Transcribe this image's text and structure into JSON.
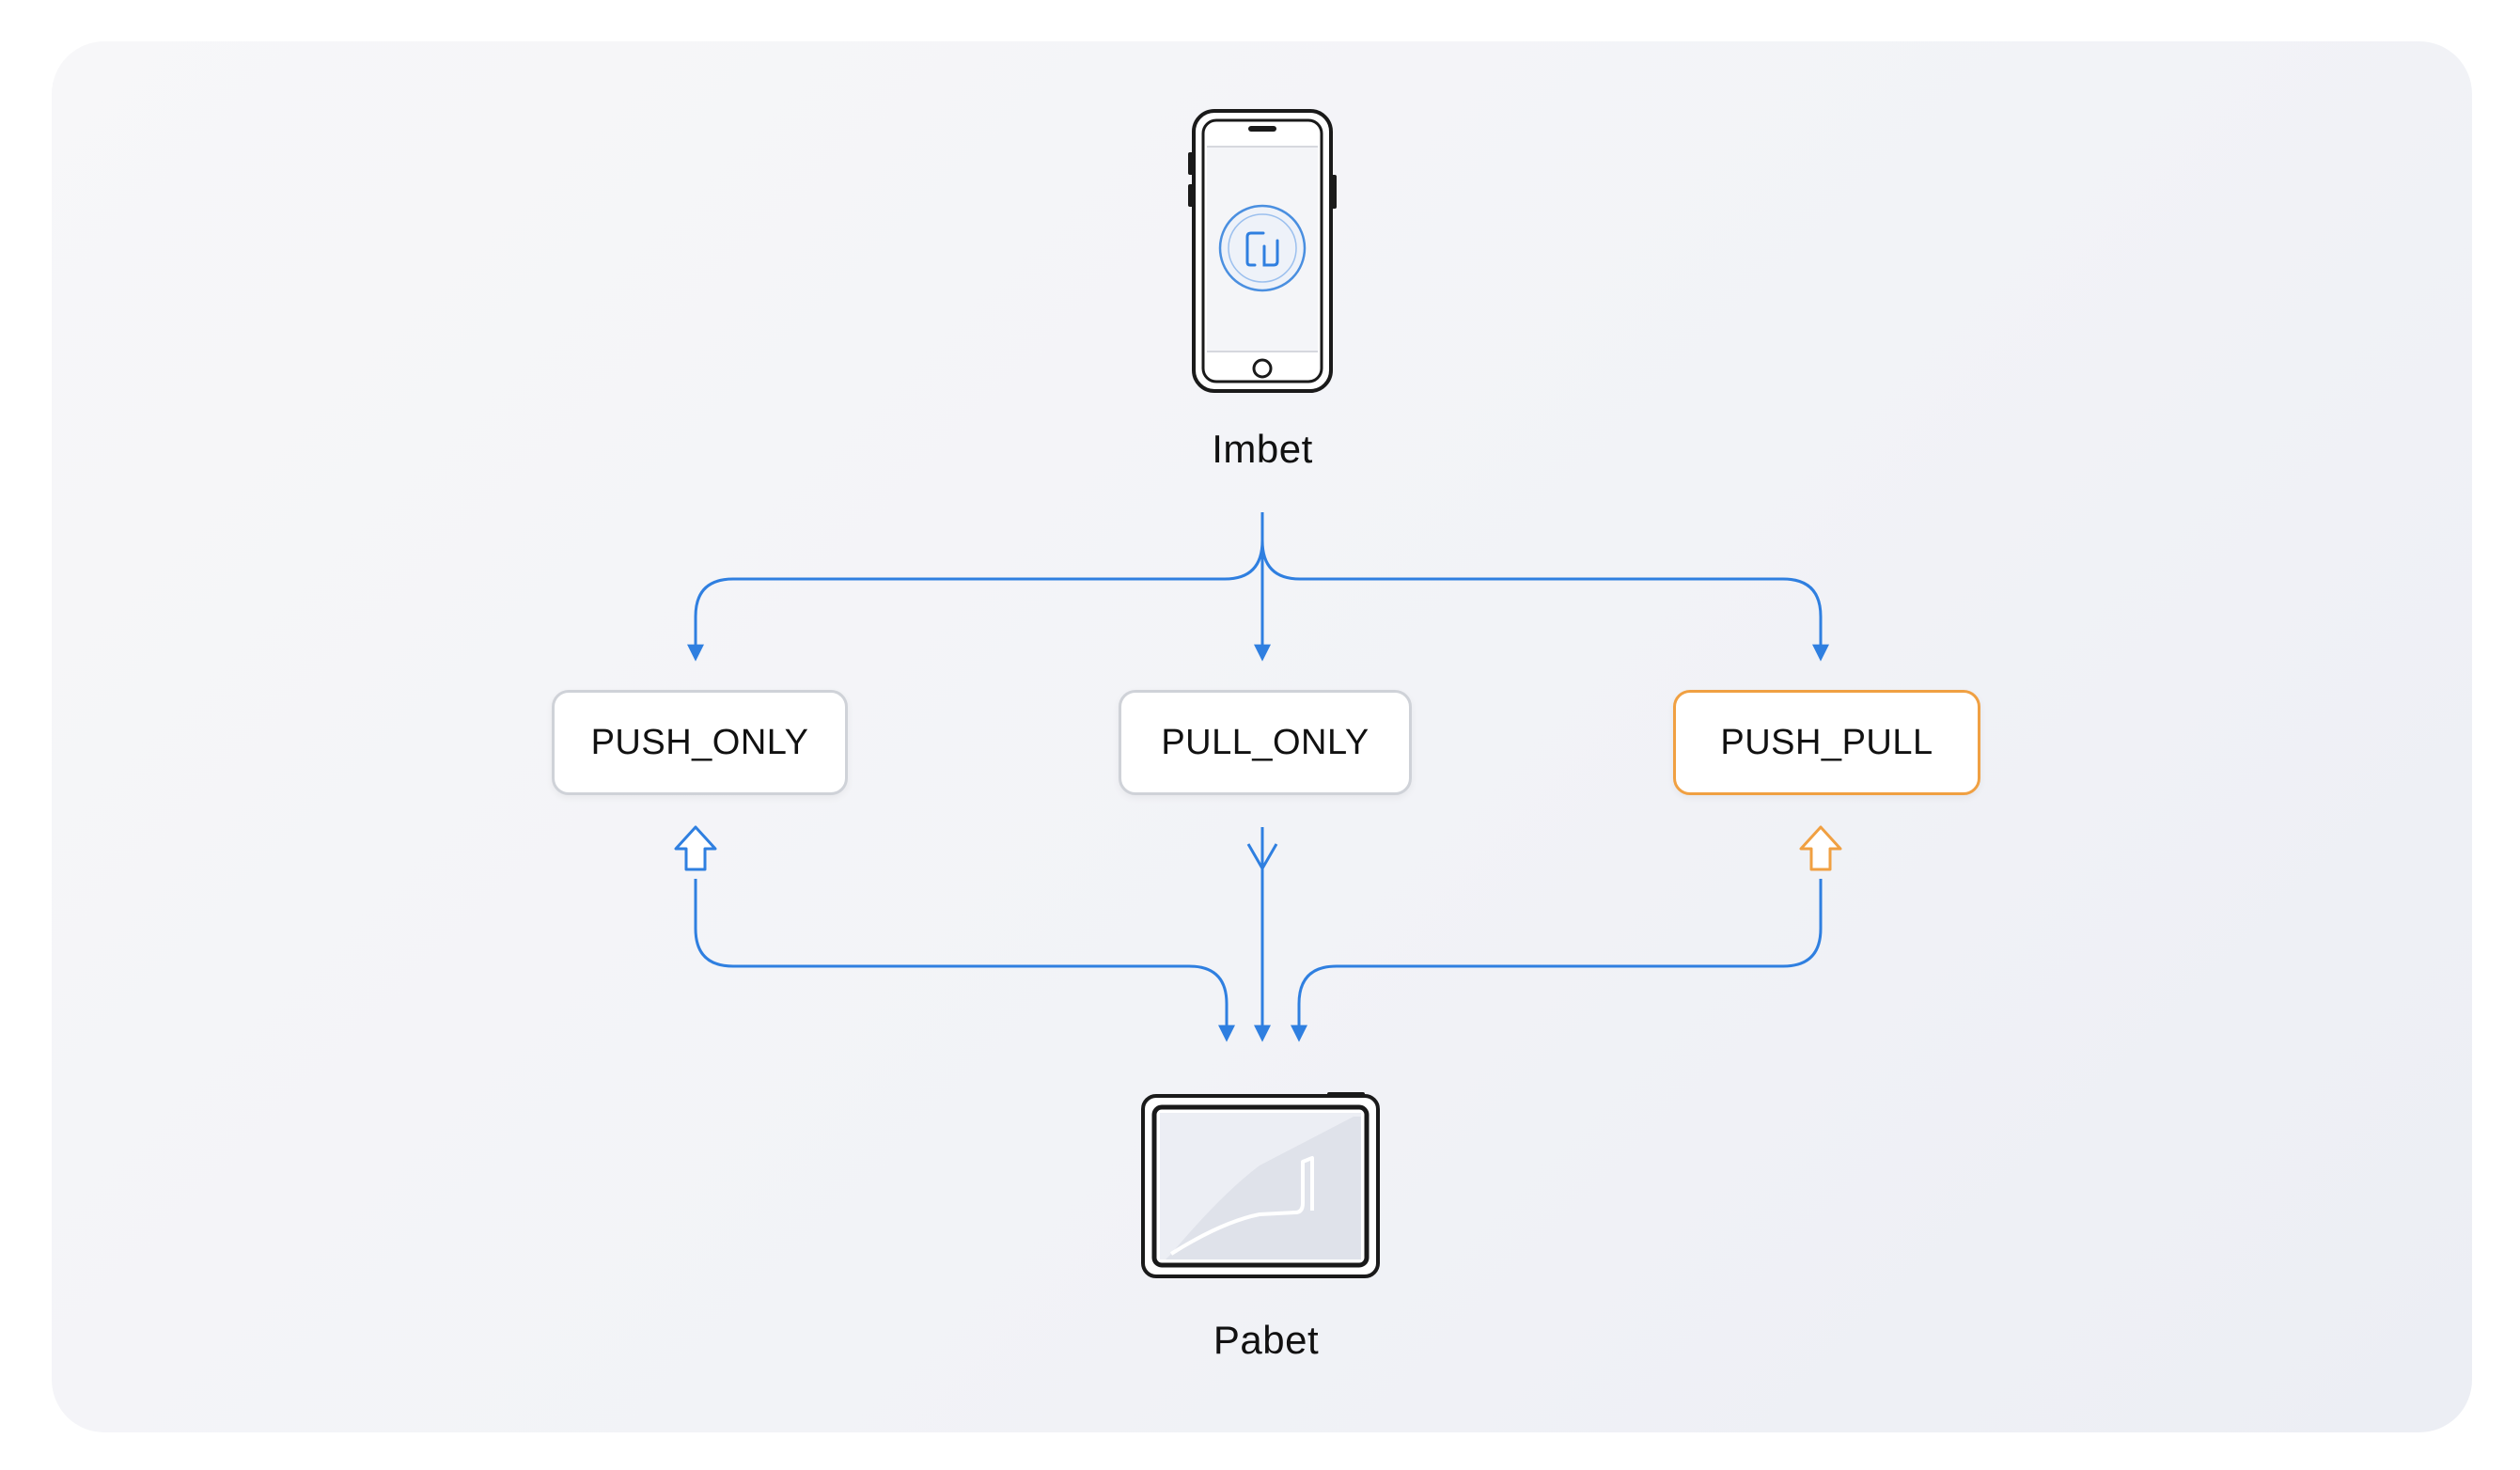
{
  "devices": {
    "top": {
      "label": "Imbet",
      "icon": "smartphone-icon"
    },
    "bottom": {
      "label": "Pabet",
      "icon": "tablet-icon"
    }
  },
  "modes": [
    {
      "label": "PUSH_ONLY",
      "selected": false
    },
    {
      "label": "PULL_ONLY",
      "selected": false
    },
    {
      "label": "PUSH_PULL",
      "selected": true
    }
  ],
  "colors": {
    "connector": "#2f7fe0",
    "highlight": "#f0a042",
    "box_border": "#cfd2d8",
    "background": "#f3f4f7"
  }
}
